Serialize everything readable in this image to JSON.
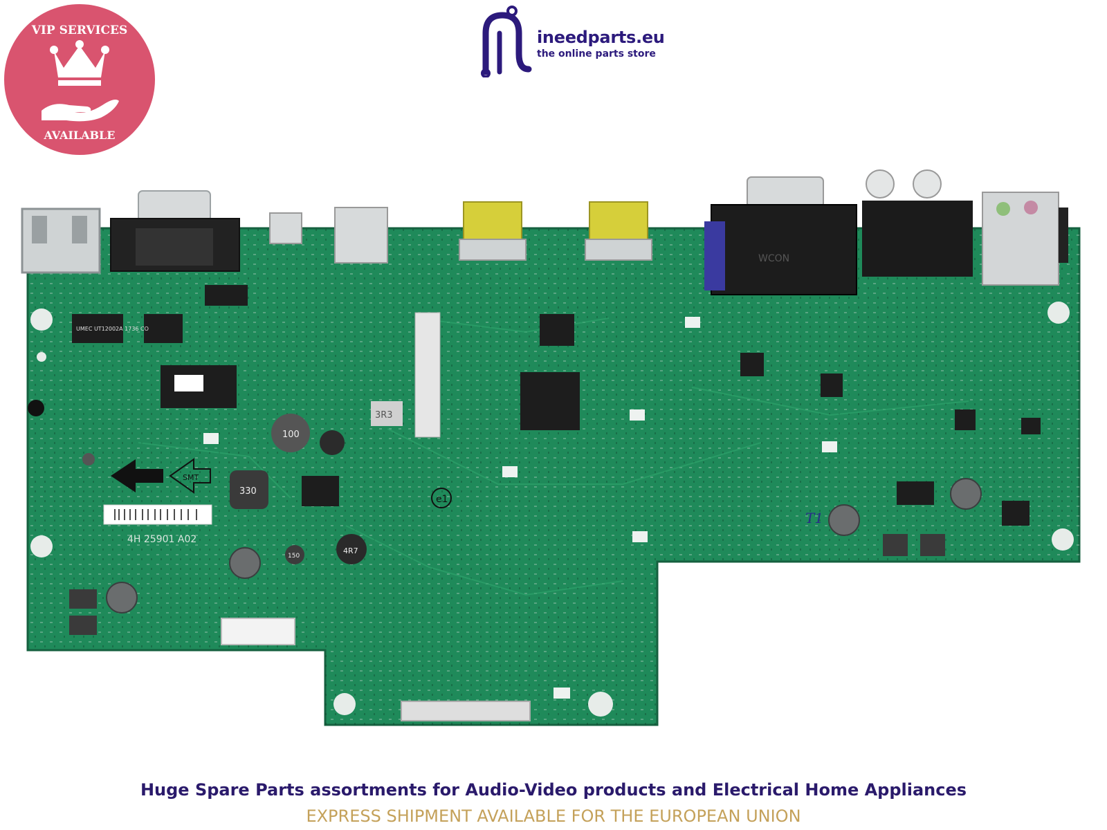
{
  "badge": {
    "top_text": "VIP SERVICES",
    "bottom_text": "AVAILABLE",
    "color": "#d9546f"
  },
  "logo": {
    "name": "ineedparts.eu",
    "tagline": "the online parts store",
    "color": "#2c1a7c"
  },
  "board": {
    "pcb_color": "#1f8a5a",
    "component_labels": {
      "transformer": "UMEC UT12002A 1736 CO",
      "inductor_100": "100",
      "inductor_330": "330",
      "inductor_3r3": "3R3",
      "inductor_4r7": "4R7",
      "inductor_150": "150",
      "smt": "SMT",
      "board_code": "4H 25901 A02",
      "connector_text": "WCON",
      "marker": "e1",
      "handwritten": "T1"
    }
  },
  "footer": {
    "tagline": "Huge Spare Parts assortments for Audio-Video products and Electrical Home Appliances",
    "shipping": "EXPRESS SHIPMENT AVAILABLE FOR THE EUROPEAN UNION",
    "tagline_color": "#2a1a6b",
    "shipping_color": "#c4a15a"
  }
}
